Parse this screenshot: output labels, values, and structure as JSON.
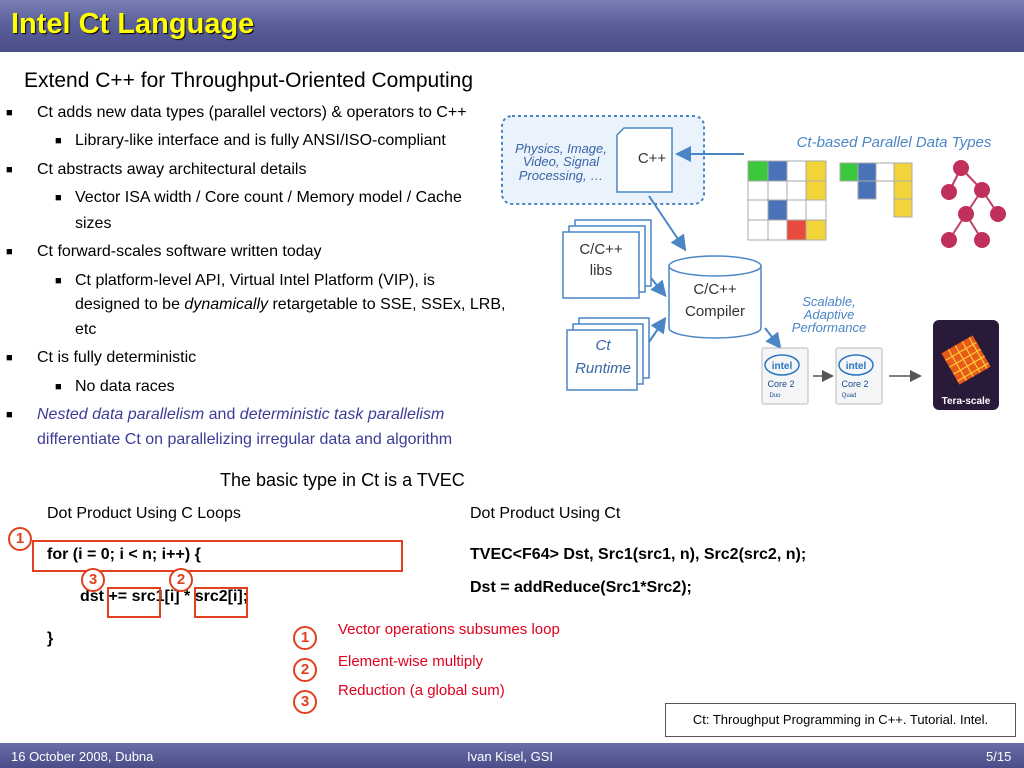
{
  "header": {
    "title": "Intel Ct Language"
  },
  "subtitle": "Extend C++ for Throughput-Oriented Computing",
  "bullets": [
    {
      "level": 1,
      "text": "Ct adds new data types (parallel vectors) & operators to C++"
    },
    {
      "level": 2,
      "text": "Library-like interface and is fully ANSI/ISO-compliant"
    },
    {
      "level": 1,
      "text": "Ct abstracts away architectural details"
    },
    {
      "level": 2,
      "text": "Vector ISA width / Core count / Memory model / Cache"
    },
    {
      "level": 2,
      "text": "sizes",
      "continuation": true
    },
    {
      "level": 1,
      "text": "Ct forward-scales software written today"
    },
    {
      "level": 2,
      "text": " Ct platform-level API, Virtual Intel Platform (VIP), is"
    },
    {
      "level": 2,
      "text_pre": "designed to be ",
      "text_it": "dynamically",
      "text_post": " retargetable to SSE, SSEx, LRB,",
      "continuation": true
    },
    {
      "level": 2,
      "text": "etc",
      "continuation": true
    },
    {
      "level": 1,
      "text": "Ct is fully deterministic"
    },
    {
      "level": 2,
      "text": "No data races"
    },
    {
      "level": 1,
      "it1": "Nested data parallelism",
      "mid": " and ",
      "it2": "deterministic task parallelism"
    },
    {
      "level": 1,
      "text": "differentiate Ct on parallelizing irregular data and algorithm",
      "continuation": true
    }
  ],
  "diagram": {
    "physics_label": [
      "Physics, Image,",
      "Video, Signal",
      "Processing, …"
    ],
    "cpp_label": "C++",
    "ct_types_label": "Ct-based Parallel Data Types",
    "libs_label": [
      "C/C++",
      "libs"
    ],
    "compiler_label": [
      "C/C++",
      "Compiler"
    ],
    "runtime_label": [
      "Ct",
      "Runtime"
    ],
    "scalable_label": [
      "Scalable,",
      "Adaptive",
      "Performance"
    ],
    "chip1": {
      "brand": "intel",
      "model": "Core 2",
      "sub": "Duo"
    },
    "chip2": {
      "brand": "intel",
      "model": "Core 2",
      "sub": "Quad"
    },
    "terascale_label": "Tera-scale"
  },
  "basic_type_text": "The basic type in Ct is a TVEC",
  "left_col": {
    "heading": "Dot Product Using C Loops",
    "code_line1": "for (i = 0; i < n; i++) {",
    "code_line2": "dst += src1[i] * src2[i];",
    "code_line3": "}"
  },
  "right_col": {
    "heading": "Dot Product Using Ct",
    "code_line1": "TVEC<F64> Dst, Src1(src1, n),  Src2(src2, n);",
    "code_line2": "Dst = addReduce(Src1*Src2);"
  },
  "markers": {
    "one": "1",
    "two": "2",
    "three": "3"
  },
  "legend": [
    {
      "num": "1",
      "text": "Vector operations subsumes loop"
    },
    {
      "num": "2",
      "text": "Element-wise multiply"
    },
    {
      "num": "3",
      "text": "Reduction (a global sum)"
    }
  ],
  "reference": "Ct: Throughput Programming in C++. Tutorial. Intel.",
  "footer": {
    "left": "16 October 2008, Dubna",
    "center": "Ivan Kisel, GSI",
    "right": "5/15"
  },
  "colors": {
    "title": "#ffff00",
    "accent_red": "#e0401e",
    "bullet_blue": "#3c3c96",
    "diagram_blue": "#4a86c5"
  }
}
